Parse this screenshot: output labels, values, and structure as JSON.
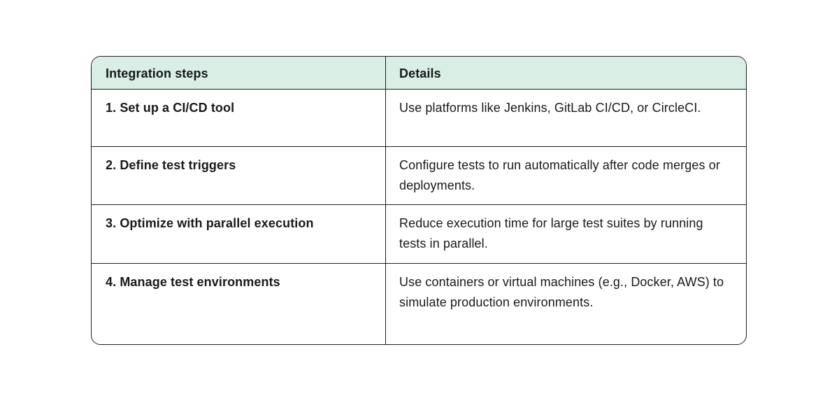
{
  "colors": {
    "page_bg": "#ffffff",
    "header_bg": "#d9eee5",
    "border": "#1f1f1f",
    "text": "#17191c"
  },
  "table": {
    "columns": [
      {
        "label": "Integration steps"
      },
      {
        "label": "Details"
      }
    ],
    "rows": [
      {
        "step": "1. Set up a CI/CD tool",
        "details": "Use platforms like Jenkins, GitLab CI/CD, or CircleCI."
      },
      {
        "step": "2. Define test triggers",
        "details": "Configure tests to run automatically after code merges or deployments."
      },
      {
        "step": "3. Optimize with parallel execution",
        "details": "Reduce execution time for large test suites by running tests in parallel."
      },
      {
        "step": "4. Manage test environments",
        "details": "Use containers or virtual machines (e.g., Docker, AWS) to simulate production environments."
      }
    ]
  }
}
